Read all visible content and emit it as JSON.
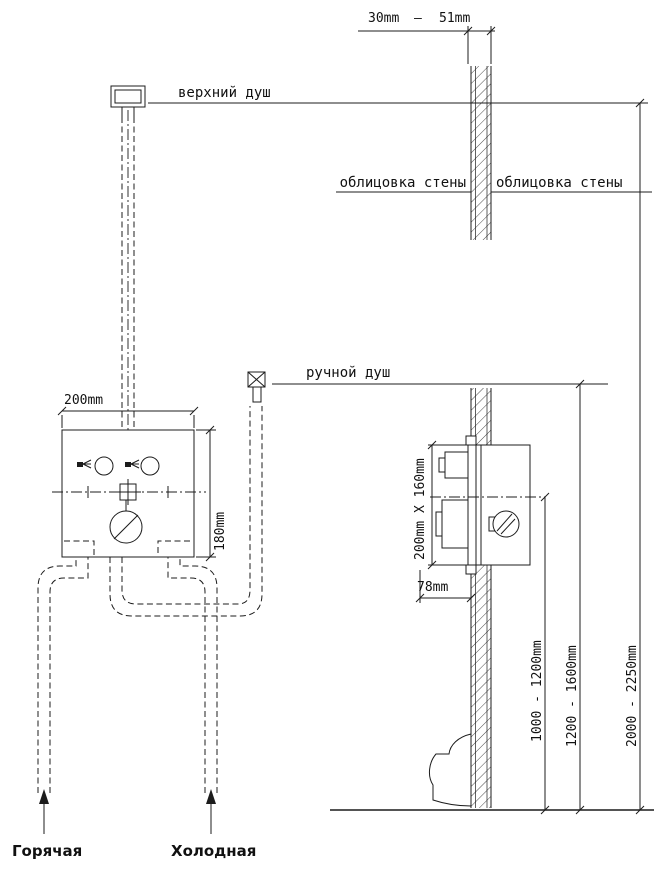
{
  "page": {
    "background": "#ffffff",
    "line_color": "#1c1c1c"
  },
  "labels": {
    "upper_shower": "верхний душ",
    "hand_shower": "ручной душ",
    "wall_cladding_left": "облицовка стены",
    "wall_cladding_right": "облицовка стены",
    "hot_supply": "Горячая",
    "cold_supply": "Холодная"
  },
  "dimensions": {
    "cladding_min": "30mm",
    "cladding_dash": "—",
    "cladding_max": "51mm",
    "front_width": "200mm",
    "front_height": "180mm",
    "side_face": "200mm  X  160mm",
    "side_depth": "78mm",
    "mixer_height_range": "1000 - 1200mm",
    "hand_shower_height_range": "1200 - 1600mm",
    "upper_shower_height_range": "2000 - 2250mm"
  }
}
